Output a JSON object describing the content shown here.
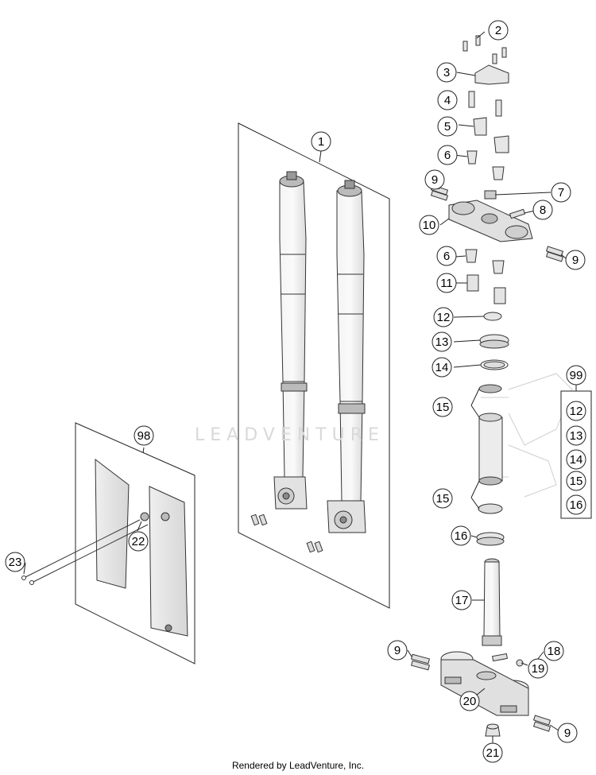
{
  "watermark": "LEADVENTURE",
  "footer": "Rendered by LeadVenture, Inc.",
  "callouts": [
    "1",
    "2",
    "3",
    "4",
    "5",
    "6",
    "6",
    "7",
    "8",
    "9",
    "9",
    "9",
    "9",
    "10",
    "11",
    "12",
    "13",
    "14",
    "15",
    "15",
    "16",
    "17",
    "18",
    "19",
    "20",
    "21",
    "22",
    "23",
    "98"
  ],
  "kit_99": {
    "label": "99",
    "items": [
      "12",
      "13",
      "14",
      "15",
      "16"
    ]
  }
}
